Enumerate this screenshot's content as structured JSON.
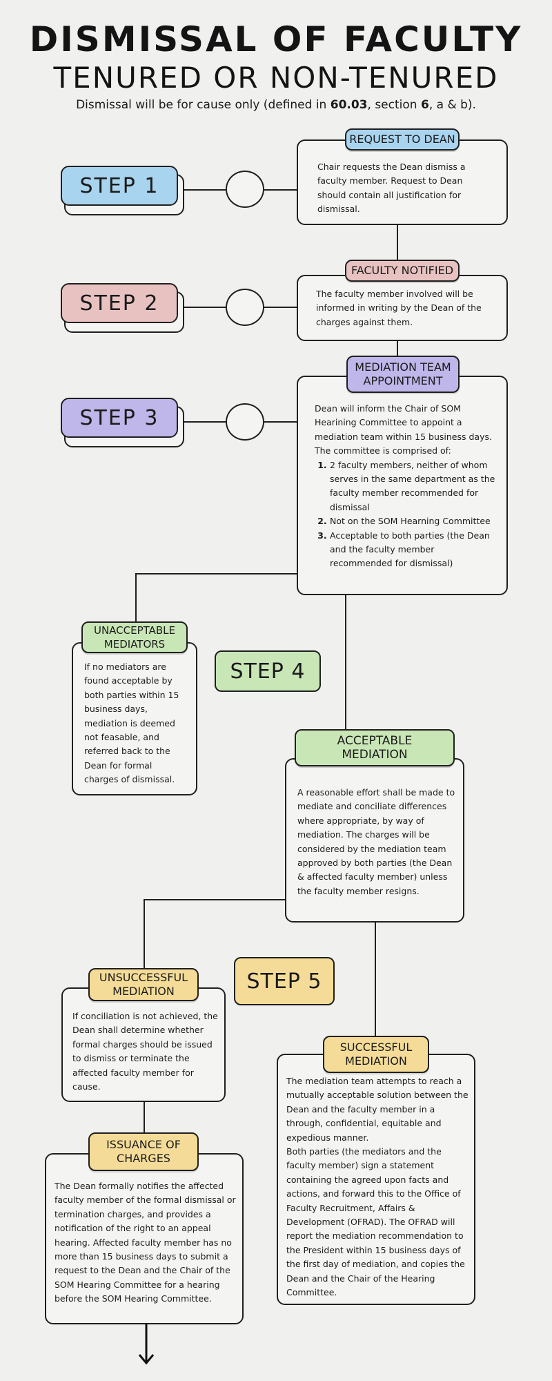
{
  "title": {
    "line1": "DISMISSAL OF FACULTY",
    "line2": "TENURED OR NON-TENURED",
    "subtitle_pre": "Dismissal will be for cause only (defined in ",
    "subtitle_ref1": "60.03",
    "subtitle_mid": ", section ",
    "subtitle_ref2": "6",
    "subtitle_post": ", a & b)."
  },
  "colors": {
    "step1": "#a9d4ef",
    "step2": "#e8c2c1",
    "step3": "#bfb7ea",
    "step4": "#c9e6b6",
    "step5": "#f4dc98"
  },
  "steps": {
    "step1": "STEP 1",
    "step2": "STEP 2",
    "step3": "STEP 3",
    "step4": "STEP 4",
    "step5": "STEP 5"
  },
  "boxes": {
    "request": {
      "label": "REQUEST TO DEAN",
      "text": "Chair requests the Dean dismiss a faculty member. Request to Dean should contain all justification for dismissal."
    },
    "notified": {
      "label": "FACULTY NOTIFIED",
      "text": "The faculty member involved will be informed in writing by the Dean of the charges against them."
    },
    "mediation_team": {
      "label_line1": "MEDIATION TEAM",
      "label_line2": "APPOINTMENT",
      "text": "Dean will inform the Chair of SOM Hearining Committee to appoint a mediation team within 15 business days. The committee is comprised of:",
      "items": [
        "2 faculty members, neither of whom serves in the same department as the faculty member recommended for dismissal",
        "Not on the SOM Hearning Committee",
        "Acceptable to both parties (the Dean and the faculty member recommended for dismissal)"
      ]
    },
    "unacceptable": {
      "label_line1": "UNACCEPTABLE",
      "label_line2": "MEDIATORS",
      "text": "If no mediators are found acceptable by both parties within 15 business days, mediation is deemed not feasable, and referred back to the Dean for formal charges of dismissal."
    },
    "acceptable": {
      "label_line1": "ACCEPTABLE",
      "label_line2": "MEDIATION",
      "text": "A reasonable effort shall be made to mediate and conciliate differences where appropriate, by way of mediation. The charges will be considered by the mediation team approved by both parties (the Dean & affected faculty member) unless the faculty member resigns."
    },
    "unsuccessful": {
      "label_line1": "UNSUCCESSFUL",
      "label_line2": "MEDIATION",
      "text": "If conciliation is not achieved, the Dean shall determine whether formal charges should be issued to dismiss or terminate the affected faculty member for cause."
    },
    "successful": {
      "label_line1": "SUCCESSFUL",
      "label_line2": "MEDIATION",
      "text1": "The mediation team attempts to reach a mutually acceptable solution between the Dean and the faculty member in a through, confidential, equitable and expedious manner.",
      "text2": "Both parties (the mediators and the faculty member) sign a statement containing the agreed upon facts and actions, and forward this to the Office of Faculty Recruitment, Affairs & Development (OFRAD). The OFRAD will report the mediation recommendation to the President within 15 business days of the first day of mediation, and copies the Dean and the Chair of the Hearing Committee."
    },
    "issuance": {
      "label_line1": "ISSUANCE OF",
      "label_line2": "CHARGES",
      "text": "The Dean formally notifies the affected faculty member of the formal dismissal or termination charges, and provides a notification of the right to an appeal hearing. Affected faculty member has no more than 15 business days to submit a request to the Dean and the Chair of the SOM Hearing Committee for a hearing before the SOM Hearing Committee."
    }
  }
}
